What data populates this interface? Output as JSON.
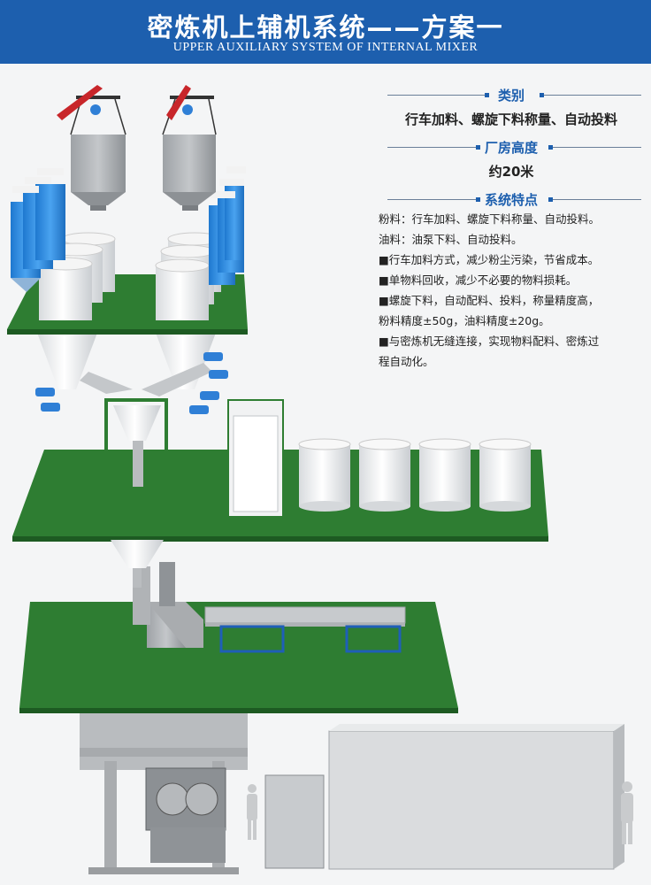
{
  "header": {
    "title": "密炼机上辅机系统——方案一",
    "subtitle": "UPPER AUXILIARY SYSTEM OF INTERNAL MIXER"
  },
  "info": {
    "category_label": "类别",
    "category_value": "行车加料、螺旋下料称量、自动投料",
    "height_label": "厂房高度",
    "height_value": "约20米",
    "features_label": "系统特点",
    "features": [
      "粉料：行车加料、螺旋下料称量、自动投料。",
      "油料：油泵下料、自动投料。",
      "■行车加料方式，减少粉尘污染，节省成本。",
      "■单物料回收，减少不必要的物料损耗。",
      "■螺旋下料，自动配料、投料，称量精度高，",
      "粉料精度±50g，油料精度±20g。",
      "■与密炼机无缝连接，实现物料配料、密炼过",
      "程自动化。"
    ]
  },
  "colors": {
    "header": "#1d5fae",
    "floor": "#2e7d32",
    "tank_blue": "#2f8fe0",
    "crane_red": "#c8262a",
    "frame_blue": "#1f5fb8"
  }
}
